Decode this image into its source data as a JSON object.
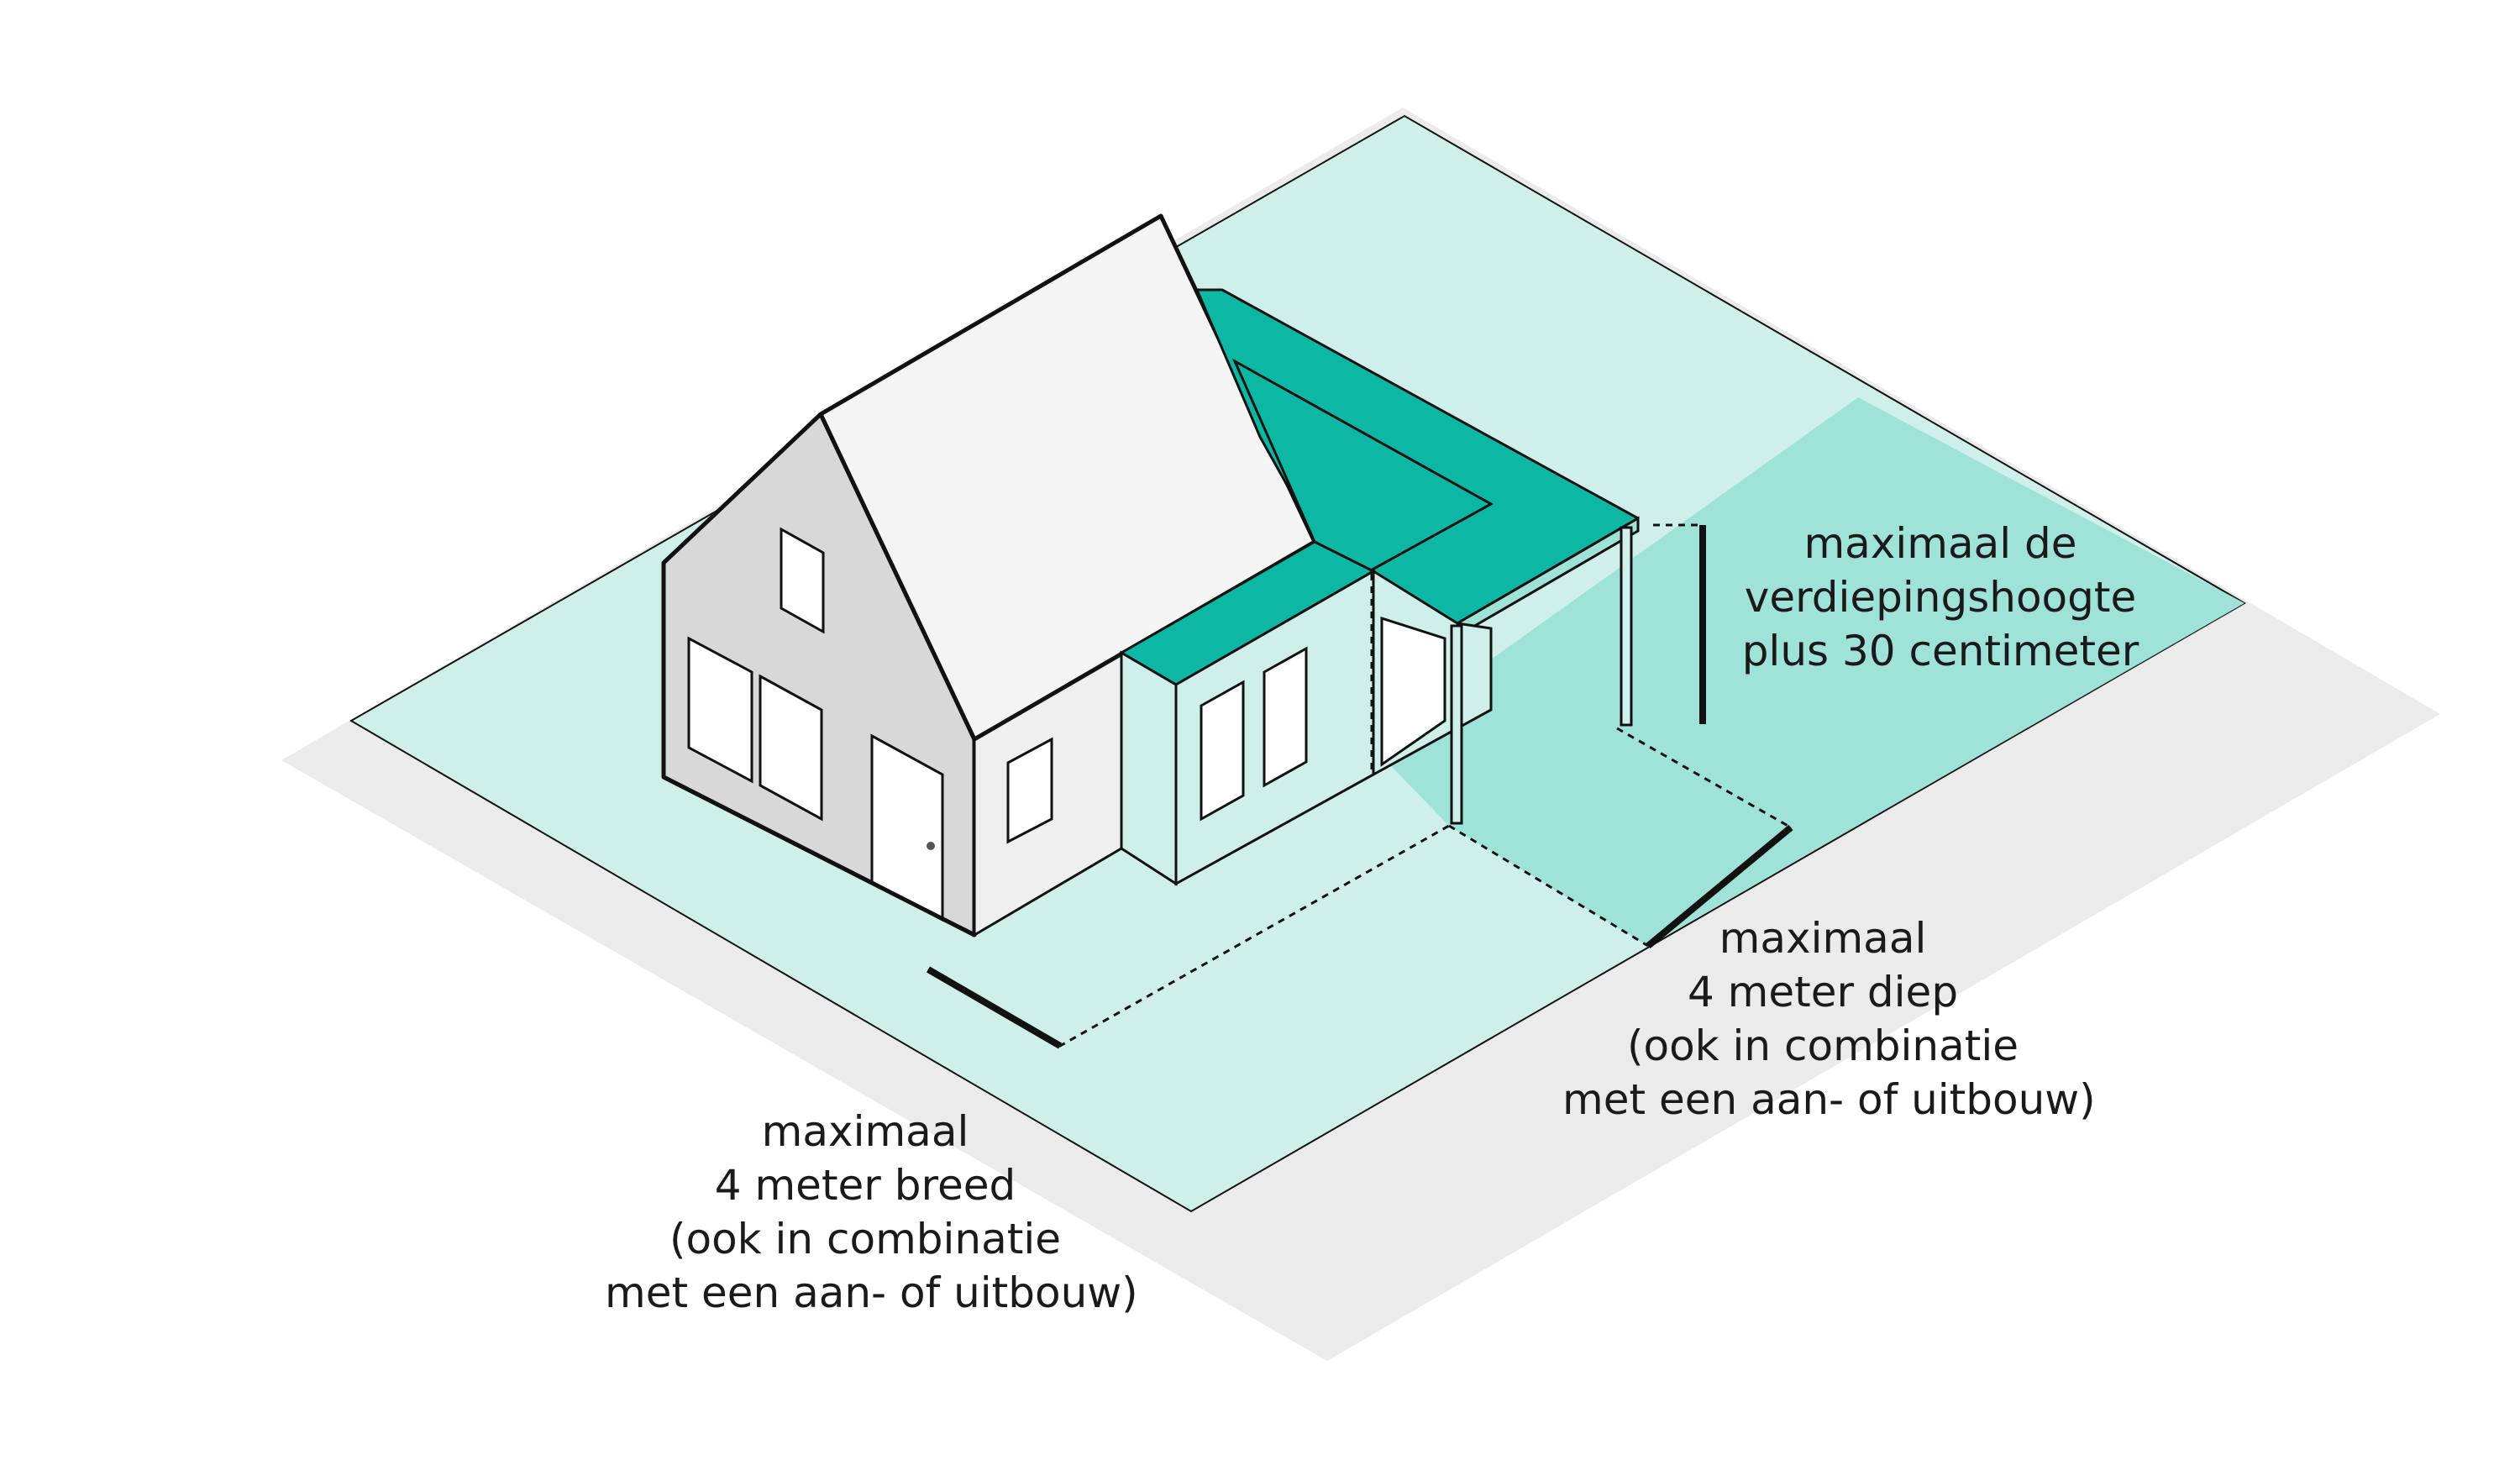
{
  "labels": {
    "height": [
      "maximaal de",
      "verdiepingshoogte",
      "plus 30 centimeter"
    ],
    "depth": [
      "maximaal",
      "4 meter diep",
      "(ook in combinatie",
      "met een aan- of uitbouw)"
    ],
    "width": [
      "maximaal",
      "4 meter breed",
      "(ook in combinatie",
      "met een aan- of uitbouw)"
    ]
  },
  "colors": {
    "lot": "#cff0ea",
    "zone": "#9fe3d8",
    "roof_accent": "#0cb8a3",
    "shadow": "#ebebeb",
    "gable": "#d8d8d8",
    "roof": "#f4f4f4",
    "outline": "#111111"
  }
}
